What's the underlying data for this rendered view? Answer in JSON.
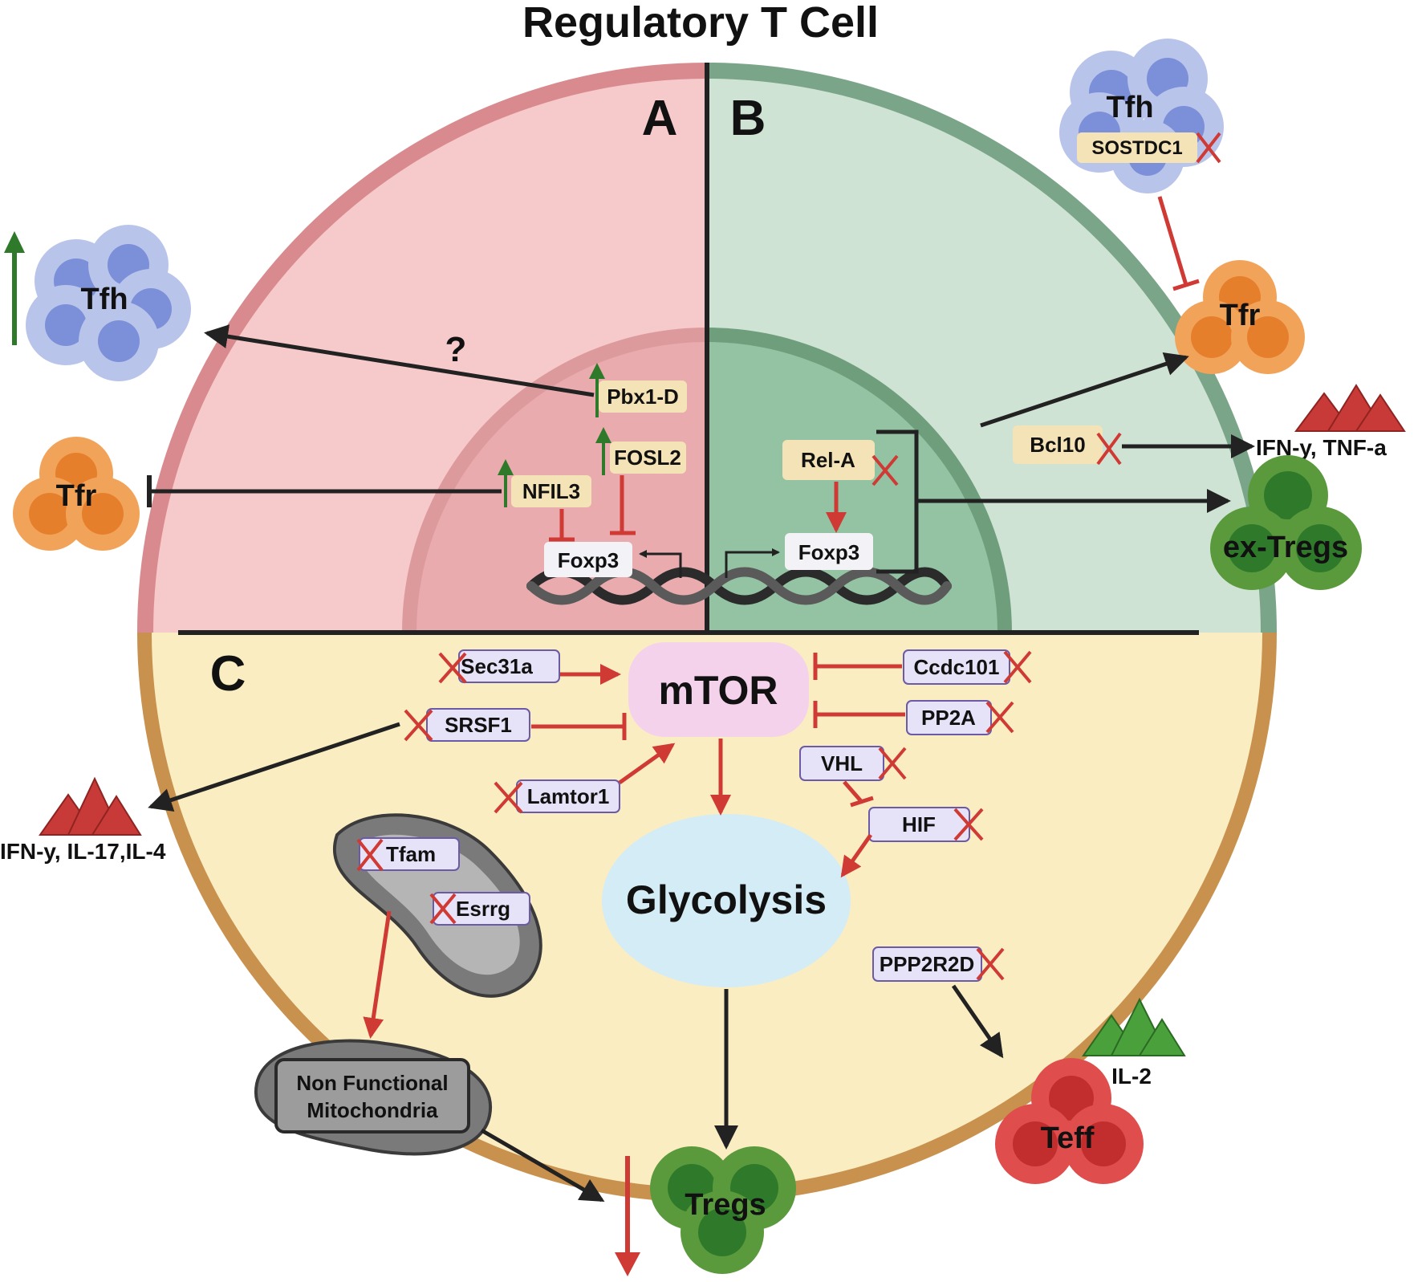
{
  "title": "Regulatory T Cell",
  "panels": {
    "a": "A",
    "b": "B",
    "c": "C"
  },
  "panel_a": {
    "pbx1d": "Pbx1-D",
    "fosl2": "FOSL2",
    "nfil3": "NFIL3",
    "foxp3": "Foxp3",
    "question": "?",
    "tfh_cell": "Tfh",
    "tfr_cell": "Tfr"
  },
  "panel_b": {
    "rela": "Rel-A",
    "foxp3": "Foxp3",
    "bcl10": "Bcl10",
    "sostdc1": "SOSTDC1",
    "tfh_cell": "Tfh",
    "tfr_cell": "Tfr",
    "cytokines": "IFN-y, TNF-a",
    "ex_tregs": "ex-Tregs"
  },
  "panel_c": {
    "mtor": "mTOR",
    "glycolysis": "Glycolysis",
    "sec31a": "Sec31a",
    "srsf1": "SRSF1",
    "lamtor1": "Lamtor1",
    "ccdc101": "Ccdc101",
    "pp2a": "PP2A",
    "vhl": "VHL",
    "hif": "HIF",
    "ppp2r2d": "PPP2R2D",
    "tfam": "Tfam",
    "esrrg": "Esrrg",
    "nonfunc_line1": "Non Functional",
    "nonfunc_line2": "Mitochondria",
    "cytokines_left": "IFN-y, IL-17,IL-4",
    "il2": "IL-2",
    "teff_cell": "Teff",
    "tregs_cell": "Tregs"
  },
  "colors": {
    "panel_a_bg": "#f6c9cb",
    "panel_b_bg": "#cfe3d4",
    "panel_c_bg": "#fbedc2",
    "inhibit_red": "#d03a35",
    "up_green": "#2f7a2a",
    "protein_box": "#f5e3b8",
    "gene_box": "#e6e2f7"
  },
  "icons": [
    "up-arrow-icon",
    "down-arrow-icon",
    "knockout-x-icon",
    "dna-helix-icon",
    "mitochondrion-icon",
    "cytokine-triangle-icon"
  ]
}
